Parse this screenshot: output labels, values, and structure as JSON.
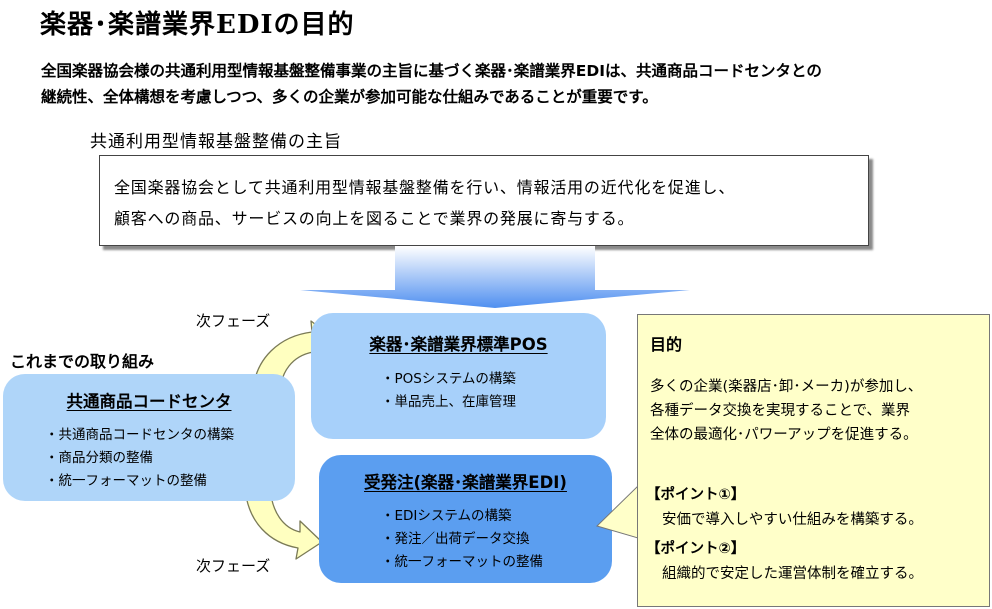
{
  "title": "楽器･楽譜業界EDIの目的",
  "intro": {
    "line1": "全国楽器協会様の共通利用型情報基盤整備事業の主旨に基づく楽器･楽譜業界EDIは、共通商品コードセンタとの",
    "line2": "継続性、全体構想を考慮しつつ、多くの企業が参加可能な仕組みであることが重要です。"
  },
  "principle": {
    "heading": "共通利用型情報基盤整備の主旨",
    "line1": "全国楽器協会として共通利用型情報基盤整備を行い、情報活用の近代化を促進し、",
    "line2": "顧客への商品、サービスの向上を図ることで業界の発展に寄与する。"
  },
  "phase_label_top": "次フェーズ",
  "phase_label_bottom": "次フェーズ",
  "past": {
    "label": "これまでの取り組み",
    "title": "共通商品コードセンタ",
    "items": [
      "・共通商品コードセンタの構築",
      "・商品分類の整備",
      "・統一フォーマットの整備"
    ]
  },
  "pos": {
    "title": "楽器･楽譜業界標準POS",
    "items": [
      "・POSシステムの構築",
      "・単品売上、在庫管理"
    ]
  },
  "edi": {
    "title": "受発注(楽器･楽譜業界EDI)",
    "items": [
      "・EDIシステムの構築",
      "・発注／出荷データ交換",
      "・統一フォーマットの整備"
    ]
  },
  "purpose": {
    "title": "目的",
    "body": [
      "多くの企業(楽器店･卸･メーカ)が参加し、",
      "各種データ交換を実現することで、業界",
      "全体の最適化･パワーアップを促進する。"
    ],
    "point1_title": "【ポイント①】",
    "point1_text": "安価で導入しやすい仕組みを構築する。",
    "point2_title": "【ポイント②】",
    "point2_text": "組織的で安定した運営体制を確立する。"
  },
  "colors": {
    "past_box": "#afd5f9",
    "pos_box": "#a7d0fa",
    "edi_box": "#5b9ef0",
    "purpose_box": "#ffffc9",
    "phase_arrow": "#ffffc0"
  }
}
